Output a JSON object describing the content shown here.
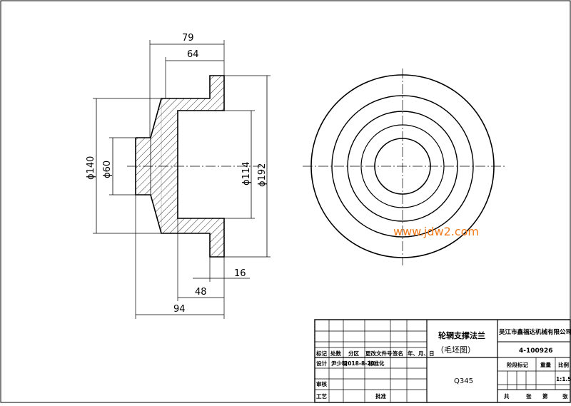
{
  "drawing": {
    "dimensions": {
      "len_79": "79",
      "len_64": "64",
      "len_16": "16",
      "len_48": "48",
      "len_94": "94",
      "dia_140": "ϕ140",
      "dia_60": "ϕ60",
      "dia_114": "ϕ114",
      "dia_192": "ϕ192"
    },
    "watermark": "www.jdw2.com"
  },
  "title_block": {
    "part_name": "轮辋支撑法兰",
    "part_subtitle": "（毛坯图）",
    "material": "Q345",
    "company": "吴江市鑫福达机械有限公司",
    "drawing_no": "4-100926",
    "headers": {
      "mark": "标记",
      "count": "处数",
      "zone": "分区",
      "change_doc": "更改文件号",
      "signature": "签名",
      "date": "年、月、日"
    },
    "rows": {
      "design": "设计",
      "designer": "尹少明",
      "design_date": "2018-8-20",
      "standardize": "标准化",
      "review": "审核",
      "process": "工艺",
      "approve": "批准"
    },
    "stage_mark": "阶段标记",
    "weight": "重量",
    "scale_label": "比例",
    "scale_value": "1:1.5",
    "sheets_total": "共",
    "sheets_unit": "张",
    "sheet_no": "第",
    "sheet_unit2": "张"
  }
}
